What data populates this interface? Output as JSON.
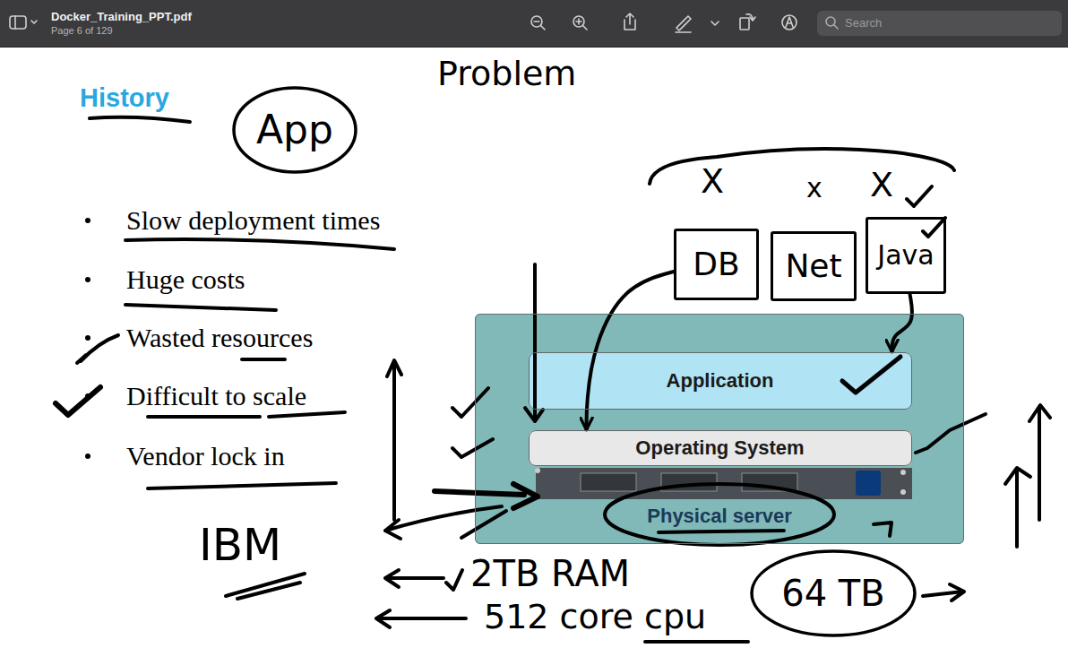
{
  "diagram": {
    "title": "History",
    "nodes": [
      {
        "text": [
          "Search"
        ]
      },
      {
        "text": [
          "App"
        ]
      },
      {
        "text": [
          "DB"
        ]
      },
      {
        "text": [
          "Net"
        ]
      },
      {
        "text": [
          "Java"
        ]
      },
      {
        "text": [
          "Physical server"
        ]
      },
      {
        "text": [
          "Application"
        ],
        "in": 5
      },
      {
        "text": [
          "Operating System"
        ],
        "in": 5
      },
      {
        "text": [
          "64 TB"
        ]
      }
    ],
    "edges": [
      {
        "from": 2,
        "to": 7,
        "arrow": "to"
      },
      {
        "from": 4,
        "to": 6,
        "arrow": "to"
      }
    ],
    "labels": [
      "Docker_Training_PPT.pdf",
      "Page 6 of 129",
      "Problem",
      "Slow deployment times",
      "Huge costs",
      "Wasted resources",
      "Difficult to scale",
      "Vendor lock in",
      "X",
      "x",
      "X",
      "IBM",
      "2TB RAM",
      "512 core cpu"
    ]
  }
}
